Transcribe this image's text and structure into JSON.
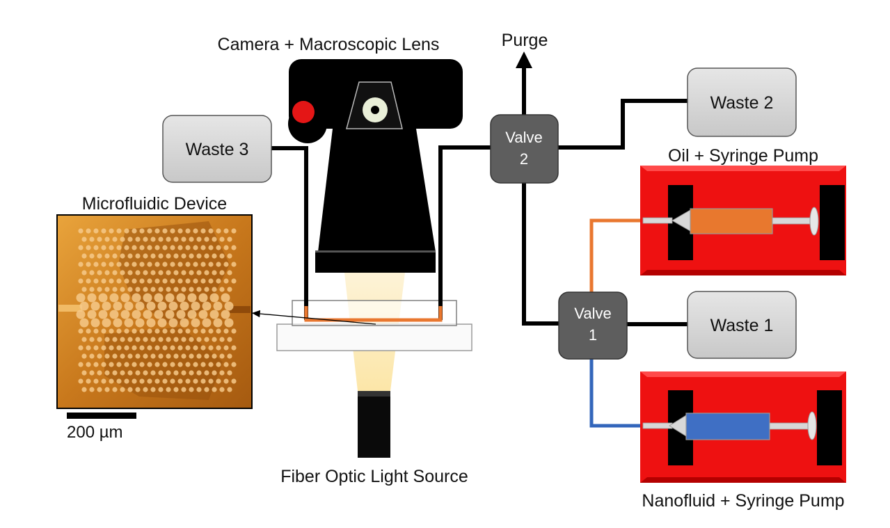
{
  "labels": {
    "camera": "Camera + Macroscopic Lens",
    "purge": "Purge",
    "waste_1": "Waste 1",
    "waste_2": "Waste 2",
    "waste_3": "Waste 3",
    "valve_1_line1": "Valve",
    "valve_1_line2": "1",
    "valve_2_line1": "Valve",
    "valve_2_line2": "2",
    "oil_pump": "Oil + Syringe Pump",
    "nanofluid_pump": "Nanofluid + Syringe Pump",
    "microfluidic_device": "Microfluidic Device",
    "scale_bar": "200 µm",
    "light_source": "Fiber Optic Light Source"
  },
  "colors": {
    "line": "#000000",
    "oil_line": "#e9772f",
    "nanofluid_line": "#3366bb",
    "oil_fluid": "#e8782e",
    "nanofluid_fluid": "#3f6fc4",
    "pump_body": "#ee1111",
    "valve": "#5e5e5e",
    "waste_box": "#d6d6d6",
    "device_bg": "#c7781d",
    "camera": "#000000",
    "light_beam": "#fdf1cf",
    "record_button": "#e41616"
  }
}
